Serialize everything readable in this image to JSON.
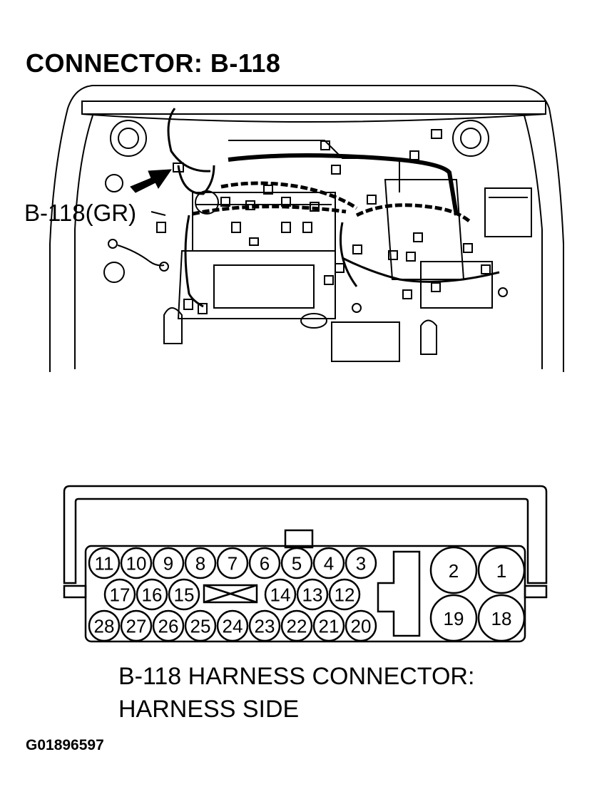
{
  "title": "CONNECTOR: B-118",
  "callout_label": "B-118(GR)",
  "connector": {
    "top_row": [
      "11",
      "10",
      "9",
      "8",
      "7",
      "6",
      "5",
      "4",
      "3"
    ],
    "middle_row_left": [
      "17",
      "16",
      "15"
    ],
    "middle_row_right": [
      "14",
      "13",
      "12"
    ],
    "bottom_row": [
      "28",
      "27",
      "26",
      "25",
      "24",
      "23",
      "22",
      "21",
      "20"
    ],
    "large_pins": [
      "2",
      "1",
      "19",
      "18"
    ]
  },
  "caption_line1": "B-118 HARNESS CONNECTOR:",
  "caption_line2": "HARNESS SIDE",
  "figure_id": "G01896597"
}
